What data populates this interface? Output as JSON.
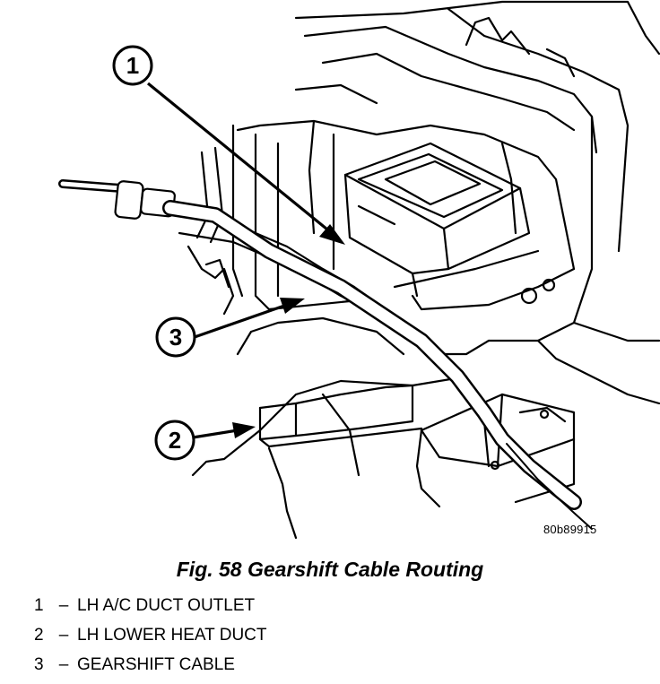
{
  "figure": {
    "callouts": [
      "1",
      "2",
      "3"
    ],
    "figure_id": "80b89915",
    "caption": "Fig. 58 Gearshift Cable Routing"
  },
  "legend": [
    {
      "number": "1",
      "dash": "–",
      "label": "LH A/C DUCT OUTLET"
    },
    {
      "number": "2",
      "dash": "–",
      "label": "LH LOWER HEAT DUCT"
    },
    {
      "number": "3",
      "dash": "–",
      "label": "GEARSHIFT CABLE"
    }
  ]
}
